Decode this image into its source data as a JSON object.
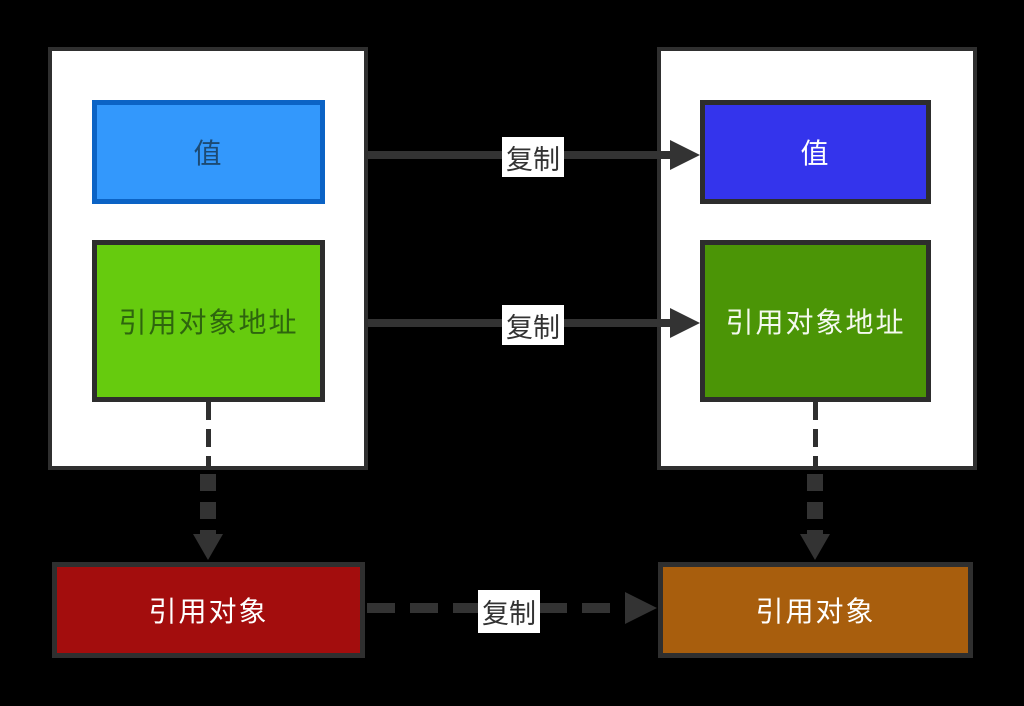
{
  "background": "#000000",
  "containers": {
    "fill": "#ffffff",
    "border": "#2f2f2f"
  },
  "source": {
    "value_box": {
      "label": "值",
      "fill": "#3398fc",
      "border": "#0b63c5",
      "text_color": "#1c4a73"
    },
    "address_box": {
      "label": "引用对象地址",
      "fill": "#66cb0e",
      "border": "#2d2d2d",
      "text_color": "#2e650e"
    },
    "ref_object": {
      "label": "引用对象",
      "fill": "#a30d0d",
      "border": "#2f2f2f",
      "text_color": "#ffffff"
    }
  },
  "target": {
    "value_box": {
      "label": "值",
      "fill": "#3434ec",
      "border": "#2d2d2d",
      "text_color": "#ffffff"
    },
    "address_box": {
      "label": "引用对象地址",
      "fill": "#4b9506",
      "border": "#2d2d2d",
      "text_color": "#f4f9ef"
    },
    "ref_object": {
      "label": "引用对象",
      "fill": "#a85e0d",
      "border": "#2f2f2f",
      "text_color": "#ffffff"
    }
  },
  "arrows": {
    "color": "#333333",
    "value_copy_label": "复制",
    "address_copy_label": "复制",
    "ref_object_copy_label": "复制"
  }
}
